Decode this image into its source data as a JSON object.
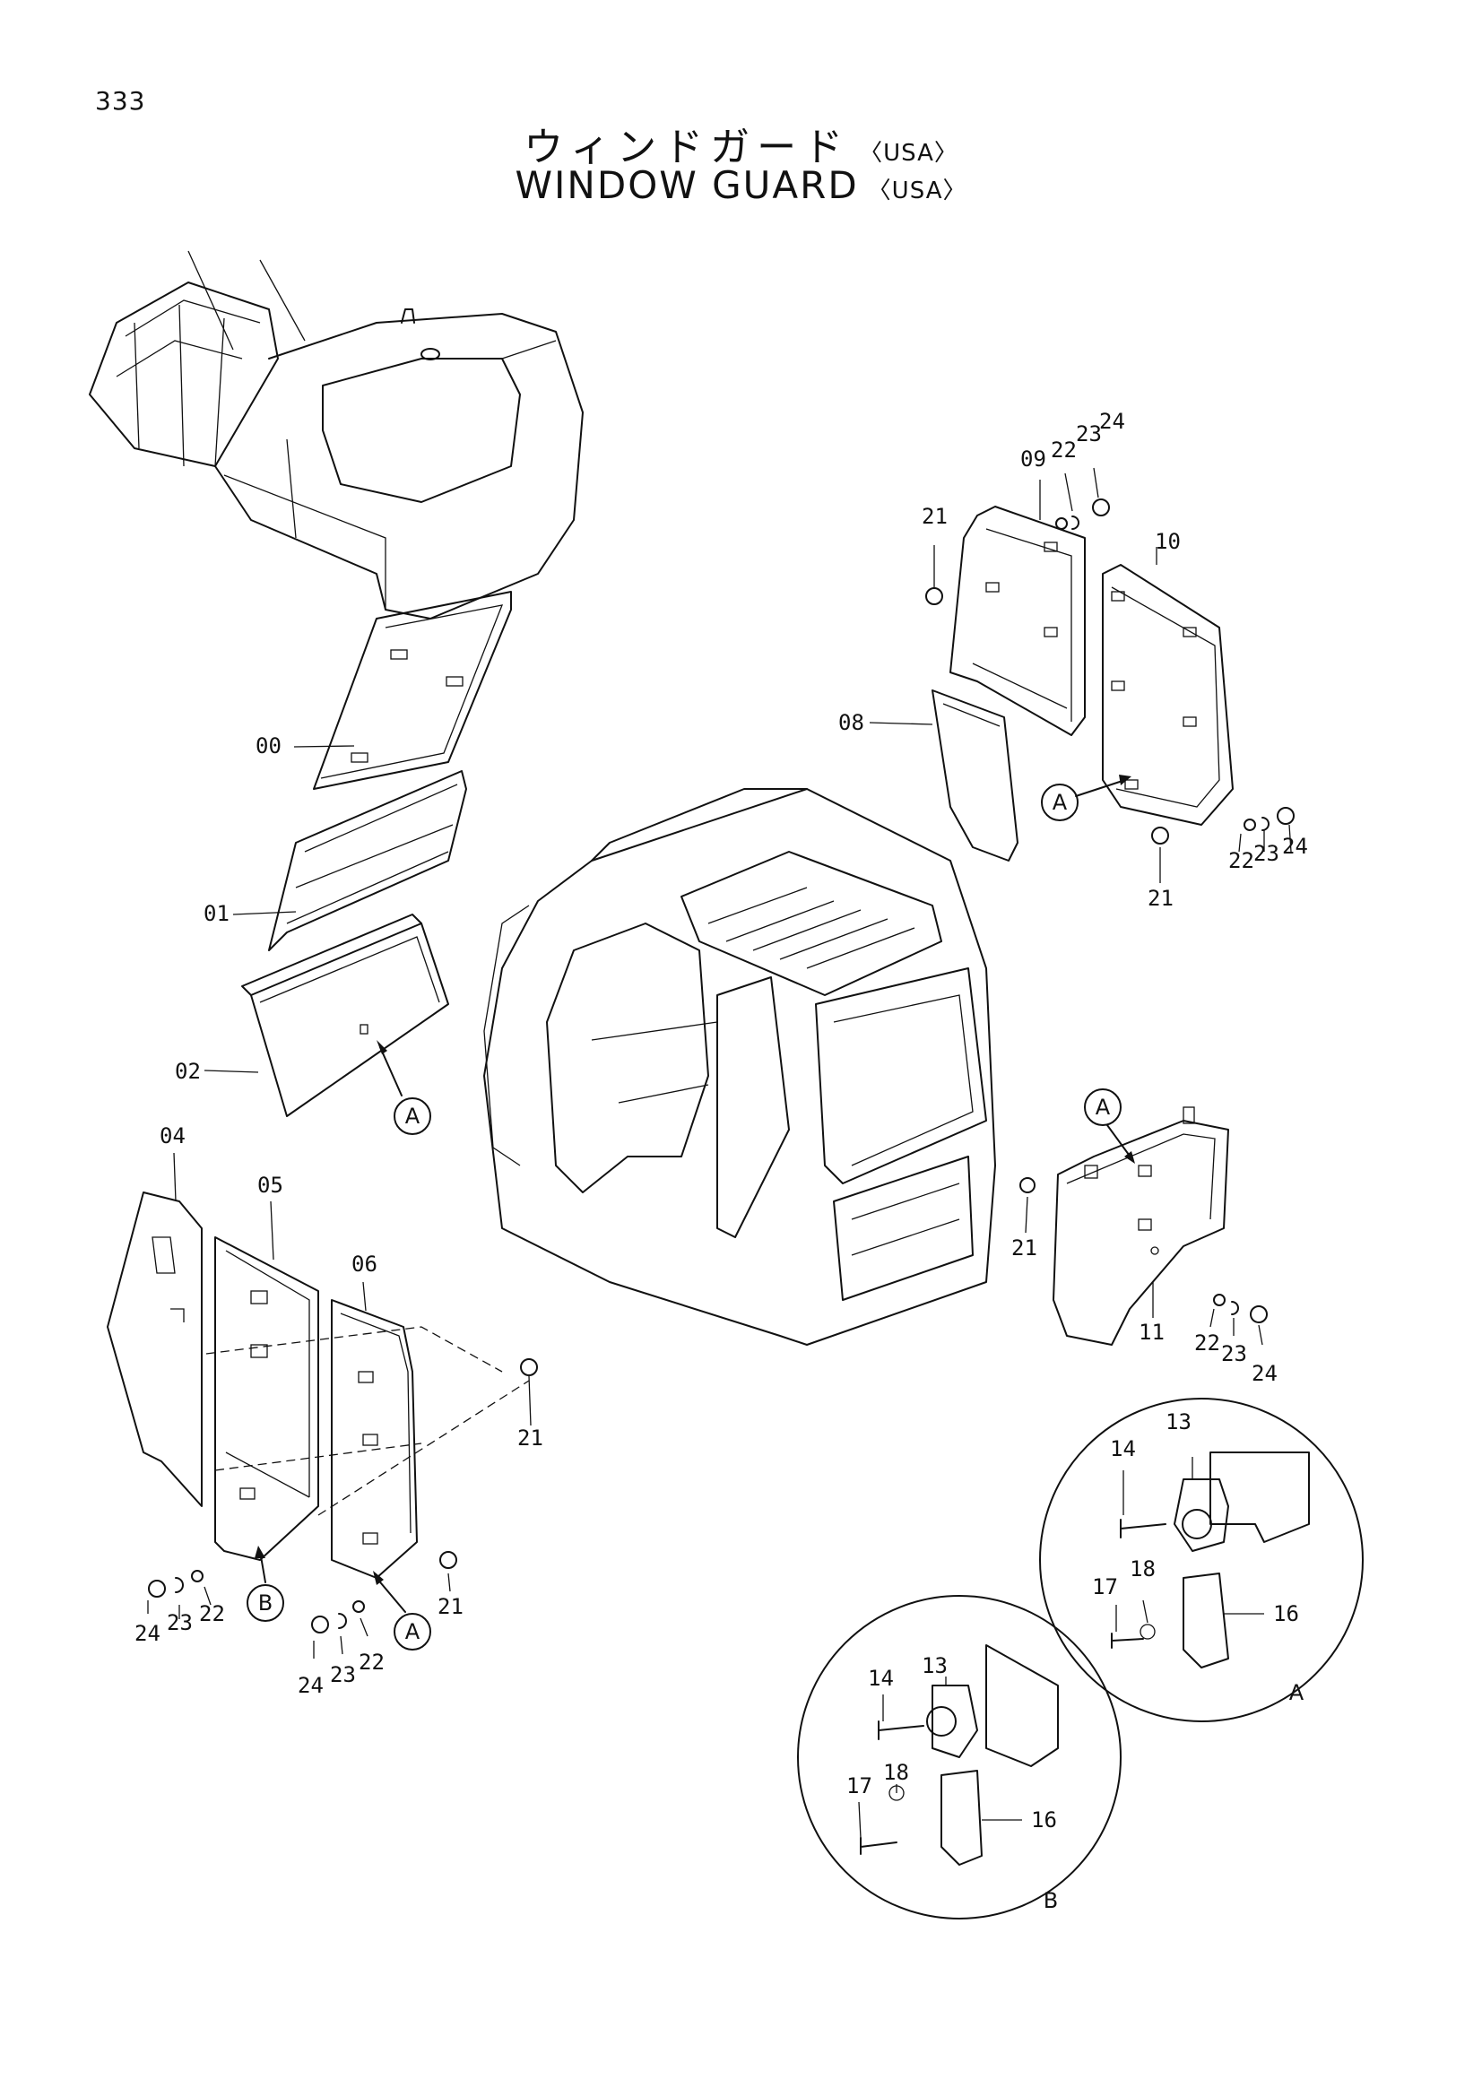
{
  "page_number": "333",
  "title_jp": "ウィンドガード",
  "title_jp_tag": "〈USA〉",
  "title_en": "WINDOW  GUARD",
  "title_en_tag": "〈USA〉",
  "part_labels": [
    {
      "id": "p00",
      "text": "00"
    },
    {
      "id": "p01",
      "text": "01"
    },
    {
      "id": "p02",
      "text": "02"
    },
    {
      "id": "p04",
      "text": "04"
    },
    {
      "id": "p05",
      "text": "05"
    },
    {
      "id": "p06",
      "text": "06"
    },
    {
      "id": "p21a",
      "text": "21"
    },
    {
      "id": "p24a",
      "text": "24"
    },
    {
      "id": "p23a",
      "text": "23"
    },
    {
      "id": "p22a",
      "text": "22"
    },
    {
      "id": "p24b",
      "text": "24"
    },
    {
      "id": "p23b",
      "text": "23"
    },
    {
      "id": "p22b",
      "text": "22"
    },
    {
      "id": "p21b",
      "text": "21"
    },
    {
      "id": "p09",
      "text": "09"
    },
    {
      "id": "p22c",
      "text": "22"
    },
    {
      "id": "p23c",
      "text": "23"
    },
    {
      "id": "p24c",
      "text": "24"
    },
    {
      "id": "p21c",
      "text": "21"
    },
    {
      "id": "p10",
      "text": "10"
    },
    {
      "id": "p08",
      "text": "08"
    },
    {
      "id": "p22d",
      "text": "22"
    },
    {
      "id": "p23d",
      "text": "23"
    },
    {
      "id": "p24d",
      "text": "24"
    },
    {
      "id": "p21d",
      "text": "21"
    },
    {
      "id": "p21e",
      "text": "21"
    },
    {
      "id": "p11",
      "text": "11"
    },
    {
      "id": "p22e",
      "text": "22"
    },
    {
      "id": "p23e",
      "text": "23"
    },
    {
      "id": "p24e",
      "text": "24"
    },
    {
      "id": "p13a",
      "text": "13"
    },
    {
      "id": "p14a",
      "text": "14"
    },
    {
      "id": "p17a",
      "text": "17"
    },
    {
      "id": "p18a",
      "text": "18"
    },
    {
      "id": "p16a",
      "text": "16"
    },
    {
      "id": "p13b",
      "text": "13"
    },
    {
      "id": "p14b",
      "text": "14"
    },
    {
      "id": "p17b",
      "text": "17"
    },
    {
      "id": "p18b",
      "text": "18"
    },
    {
      "id": "p16b",
      "text": "16"
    }
  ],
  "callouts": [
    {
      "id": "c1",
      "text": "A"
    },
    {
      "id": "c2",
      "text": "A"
    },
    {
      "id": "c3",
      "text": "A"
    },
    {
      "id": "c4",
      "text": "B"
    },
    {
      "id": "c5",
      "text": "A"
    }
  ],
  "detail_views": [
    {
      "id": "dA",
      "text": "A"
    },
    {
      "id": "dB",
      "text": "B"
    }
  ]
}
